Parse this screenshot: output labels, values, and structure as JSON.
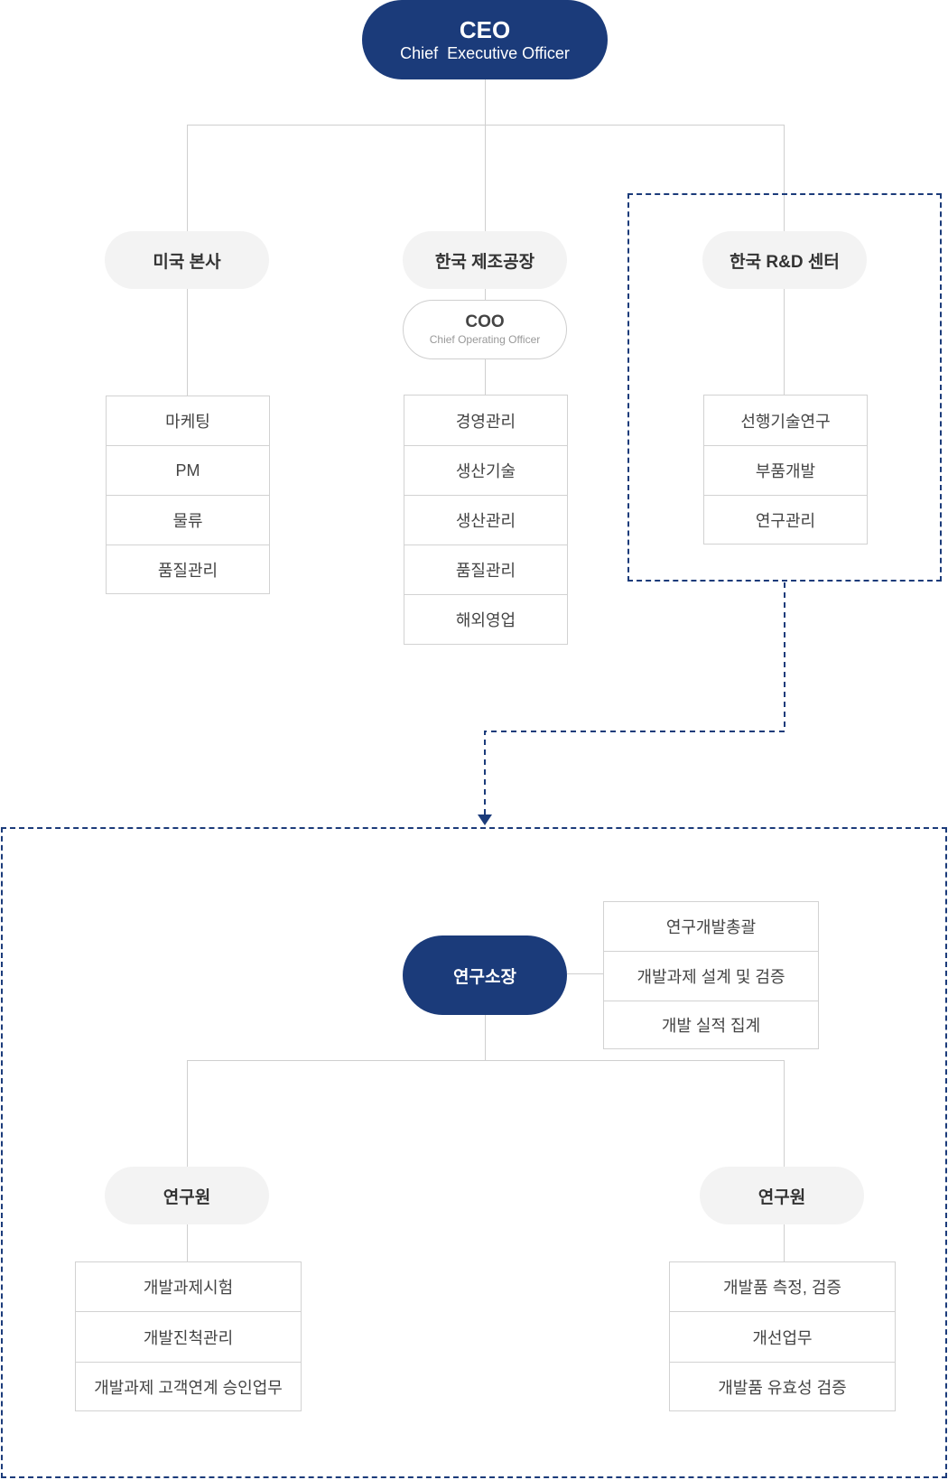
{
  "ceo": {
    "title": "CEO",
    "subtitle": "Chief  Executive Officer"
  },
  "branches": {
    "us_hq": {
      "label": "미국 본사",
      "items": [
        "마케팅",
        "PM",
        "물류",
        "품질관리"
      ]
    },
    "kr_factory": {
      "label": "한국 제조공장",
      "coo": {
        "title": "COO",
        "subtitle": "Chief Operating Officer"
      },
      "items": [
        "경영관리",
        "생산기술",
        "생산관리",
        "품질관리",
        "해외영업"
      ]
    },
    "kr_rnd": {
      "label": "한국 R&D 센터",
      "items": [
        "선행기술연구",
        "부품개발",
        "연구관리"
      ]
    }
  },
  "rnd_detail": {
    "director": {
      "label": "연구소장",
      "duties": [
        "연구개발총괄",
        "개발과제 설계 및 검증",
        "개발 실적 집계"
      ]
    },
    "researcher_left": {
      "label": "연구원",
      "items": [
        "개발과제시험",
        "개발진척관리",
        "개발과제 고객연계 승인업무"
      ]
    },
    "researcher_right": {
      "label": "연구원",
      "items": [
        "개발품 측정, 검증",
        "개선업무",
        "개발품 유효성 검증"
      ]
    }
  },
  "colors": {
    "navy": "#1b3b7a",
    "pill_gray": "#f3f3f3",
    "line": "#cfcfcf"
  }
}
